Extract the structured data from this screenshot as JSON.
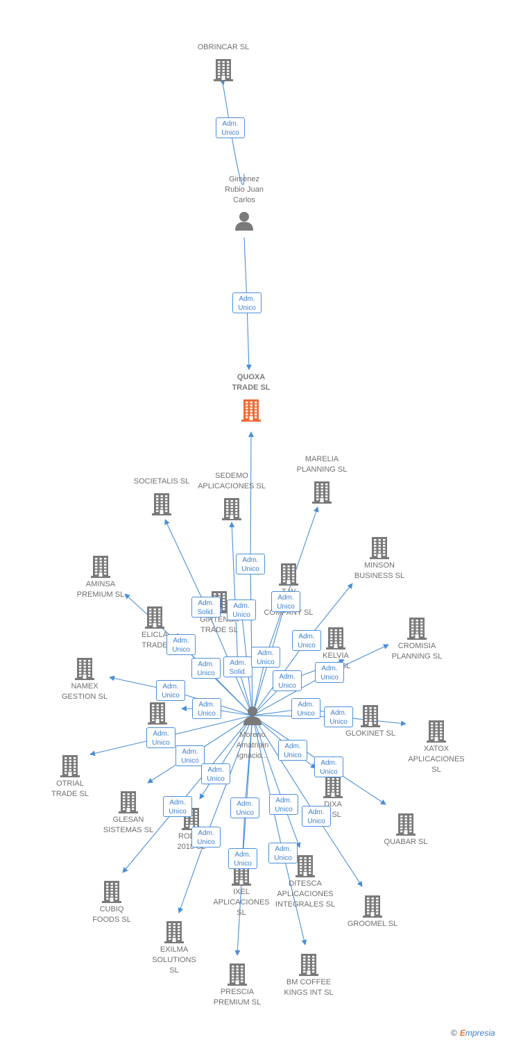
{
  "colors": {
    "edge": "#4a8fd8",
    "building": "#7a7a7a",
    "focus": "#ee6a33",
    "person": "#7a7a7a"
  },
  "footer": {
    "copyright": "©",
    "brand_e": "E",
    "brand_rest": "mpresia"
  },
  "nodes": [
    {
      "id": "obrincar",
      "label": "OBRINCAR  SL",
      "icon": "building-icon"
    },
    {
      "id": "gimenez",
      "label": "Gimenez\nRubio Juan\nCarlos",
      "icon": "person-icon"
    },
    {
      "id": "quoxa",
      "label": "QUOXA\nTRADE  SL",
      "icon": "building-icon",
      "focus": true
    },
    {
      "id": "societalis",
      "label": "SOCIETALIS SL",
      "icon": "building-icon"
    },
    {
      "id": "sedemo",
      "label": "SEDEMO\nAPLICACIONES SL",
      "icon": "building-icon"
    },
    {
      "id": "marelia",
      "label": "MARELIA\nPLANNING  SL",
      "icon": "building-icon"
    },
    {
      "id": "minson",
      "label": "MINSON\nBUSINESS  SL",
      "icon": "building-icon"
    },
    {
      "id": "aminsa",
      "label": "AMINSA\nPREMIUM  SL",
      "icon": "building-icon"
    },
    {
      "id": "company",
      "label": "T    W\nT       G\nCOMPANY  SL",
      "icon": "building-icon"
    },
    {
      "id": "girtensa",
      "label": "GIRTENSA\nTRADE  SL",
      "icon": "building-icon"
    },
    {
      "id": "elicla",
      "label": "ELICLA\nTRADE",
      "icon": "building-icon"
    },
    {
      "id": "kelvia",
      "label": "KELVIA\nBU    S  SL",
      "icon": "building-icon"
    },
    {
      "id": "cromisia",
      "label": "CROMISIA\nPLANNING  SL",
      "icon": "building-icon"
    },
    {
      "id": "namex",
      "label": "NAMEX\nGESTION  SL",
      "icon": "building-icon"
    },
    {
      "id": "glokinet",
      "label": "GLOKINET  SL",
      "icon": "building-icon"
    },
    {
      "id": "xatox",
      "label": "XATOX\nAPLICACIONES\nSL",
      "icon": "building-icon"
    },
    {
      "id": "ampre",
      "label": "AM\nPRE",
      "icon": "building-icon"
    },
    {
      "id": "moreno",
      "label": "Moreno\nAmatriain\nIgnacio...",
      "icon": "person-icon"
    },
    {
      "id": "otrial",
      "label": "OTRIAL\nTRADE  SL",
      "icon": "building-icon"
    },
    {
      "id": "glesan",
      "label": "GLESAN\nSISTEMAS  SL",
      "icon": "building-icon"
    },
    {
      "id": "rodal",
      "label": "RODAL\n2018  SL",
      "icon": "building-icon"
    },
    {
      "id": "grandixa",
      "label": "DIXA\nE  SL",
      "icon": "building-icon"
    },
    {
      "id": "quabar",
      "label": "QUABAR  SL",
      "icon": "building-icon"
    },
    {
      "id": "cubiq",
      "label": "CUBIQ\nFOODS  SL",
      "icon": "building-icon"
    },
    {
      "id": "ixel",
      "label": "IXEL\nAPLICACIONES\nSL",
      "icon": "building-icon"
    },
    {
      "id": "ditesca",
      "label": "DITESCA\nAPLICACIONES\nINTEGRALES SL",
      "icon": "building-icon"
    },
    {
      "id": "groomel",
      "label": "GROOMEL  SL",
      "icon": "building-icon"
    },
    {
      "id": "exilma",
      "label": "EXILMA\nSOLUTIONS\nSL",
      "icon": "building-icon"
    },
    {
      "id": "prescia",
      "label": "PRESCIA\nPREMIUM  SL",
      "icon": "building-icon"
    },
    {
      "id": "bmcoffee",
      "label": "BM COFFEE\nKINGS INT  SL",
      "icon": "building-icon"
    }
  ],
  "edges": [
    {
      "from": "gimenez",
      "to": "obrincar",
      "label": "Adm.\nUnico"
    },
    {
      "from": "gimenez",
      "to": "quoxa",
      "label": "Adm.\nUnico"
    },
    {
      "from": "moreno",
      "to": "quoxa",
      "label": "Adm.\nUnico"
    },
    {
      "from": "moreno",
      "to": "company",
      "label": "Adm.\nUnico"
    },
    {
      "from": "moreno",
      "to": "girtensa",
      "label": "Adm.\nUnico"
    },
    {
      "from": "moreno",
      "to": "societalis",
      "label": "Adm.\nSolid."
    },
    {
      "from": "moreno",
      "to": "elicla",
      "label": "Adm.\nUnico"
    },
    {
      "from": "moreno",
      "to": "aminsa",
      "label": "Adm.\nUnico"
    },
    {
      "from": "moreno",
      "to": "sedemo",
      "label": "Adm.\nSolid."
    },
    {
      "from": "moreno",
      "to": "marelia",
      "label": "Adm.\nUnico"
    },
    {
      "from": "moreno",
      "to": "minson",
      "label": "Adm.\nUnico"
    },
    {
      "from": "moreno",
      "to": "kelvia",
      "label": "Adm.\nUnico"
    },
    {
      "from": "moreno",
      "to": "cromisia",
      "label": "Adm.\nUnico"
    },
    {
      "from": "moreno",
      "to": "namex",
      "label": "Adm.\nUnico"
    },
    {
      "from": "moreno",
      "to": "ampre",
      "label": "Adm.\nUnico"
    },
    {
      "from": "moreno",
      "to": "glokinet",
      "label": "Adm.\nUnico"
    },
    {
      "from": "moreno",
      "to": "xatox",
      "label": "Adm.\nUnico"
    },
    {
      "from": "moreno",
      "to": "otrial",
      "label": "Adm.\nUnico"
    },
    {
      "from": "moreno",
      "to": "glesan",
      "label": "Adm.\nUnico"
    },
    {
      "from": "moreno",
      "to": "rodal",
      "label": "Adm.\nUnico"
    },
    {
      "from": "moreno",
      "to": "grandixa",
      "label": "Adm.\nUnico"
    },
    {
      "from": "moreno",
      "to": "quabar",
      "label": "Adm.\nUnico"
    },
    {
      "from": "moreno",
      "to": "cubiq",
      "label": "Adm.\nUnico"
    },
    {
      "from": "moreno",
      "to": "ixel",
      "label": "Adm.\nUnico"
    },
    {
      "from": "moreno",
      "to": "ditesca",
      "label": "Adm.\nUnico"
    },
    {
      "from": "moreno",
      "to": "groomel",
      "label": "Adm.\nUnico"
    },
    {
      "from": "moreno",
      "to": "exilma",
      "label": "Adm.\nUnico"
    },
    {
      "from": "moreno",
      "to": "prescia",
      "label": "Adm.\nUnico"
    },
    {
      "from": "moreno",
      "to": "bmcoffee",
      "label": "Adm.\nUnico"
    }
  ]
}
